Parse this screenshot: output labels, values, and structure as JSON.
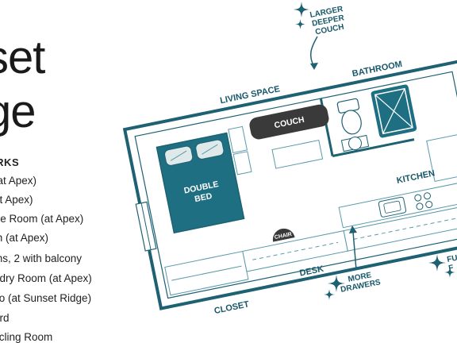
{
  "title": {
    "line1": "set",
    "line2": "ge"
  },
  "perks": {
    "heading": "ERKS",
    "items": [
      "(at Apex)",
      "at Apex)",
      "tre Room (at Apex)",
      "m (at Apex)",
      "ms, 2 with balcony",
      "ndry Room (at Apex)",
      "tio (at Sunset Ridge)",
      "ard",
      "ycling Room"
    ]
  },
  "floorplan": {
    "labels": {
      "larger_deeper_couch": [
        "LARGER",
        "DEEPER",
        "COUCH"
      ],
      "bathroom": "BATHROOM",
      "living_space": "LIVING SPACE",
      "couch": "COUCH",
      "double_bed": [
        "DOUBLE",
        "BED"
      ],
      "chair": "CHAIR",
      "kitchen": "KITCHEN",
      "more_drawers": [
        "MORE",
        "DRAWERS"
      ],
      "desk": "DESK",
      "closet": "CLOSET",
      "edge_label": [
        "FU",
        "F"
      ]
    },
    "colors": {
      "wall": "#1d6173",
      "bed": "#1f6f82",
      "couch": "#3a3a3a",
      "furniture_line": "#5a9aaa",
      "label": "#17586a",
      "sparkle": "#1d6173"
    }
  }
}
